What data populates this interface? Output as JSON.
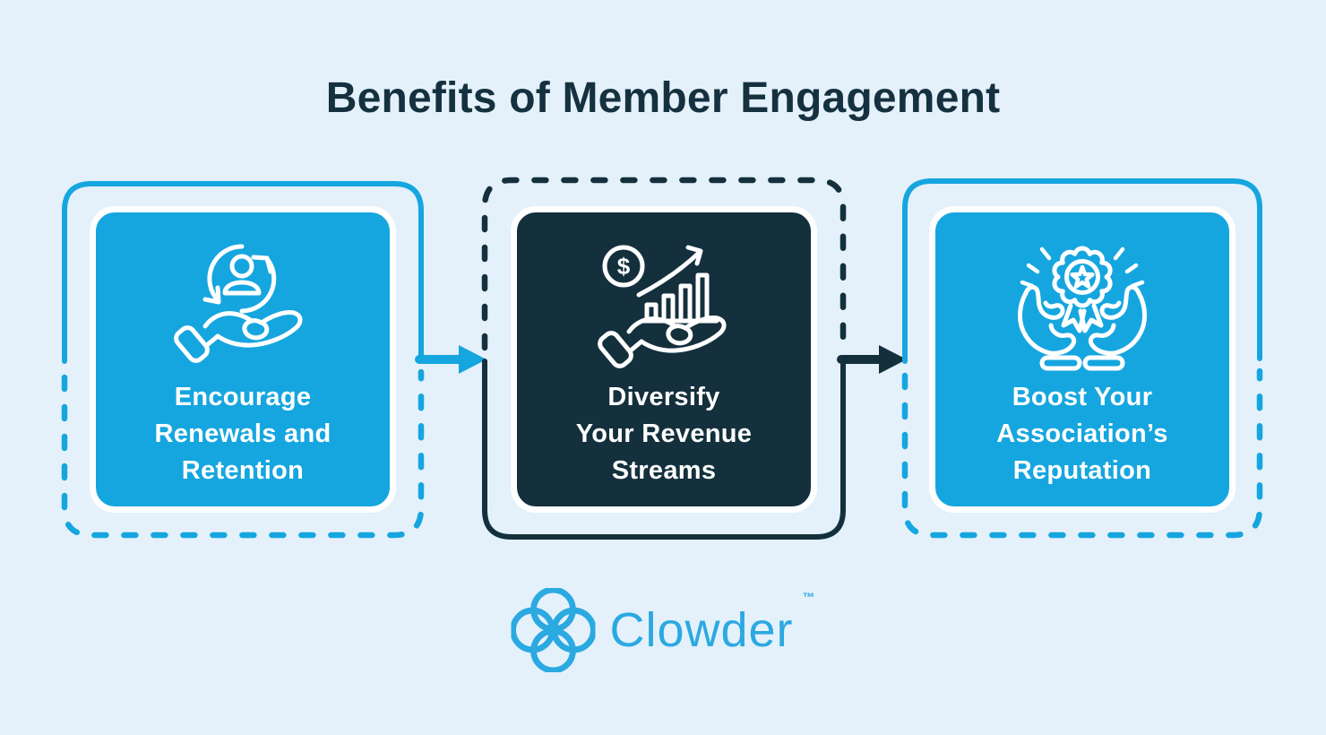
{
  "title": "Benefits of Member Engagement",
  "cards": [
    {
      "id": "encourage-renewals",
      "theme": "light-blue",
      "icon": "member-renewal-icon",
      "lines": [
        "Encourage",
        "Renewals and",
        "Retention"
      ]
    },
    {
      "id": "diversify-revenue",
      "theme": "dark-navy",
      "icon": "revenue-growth-icon",
      "lines": [
        "Diversify",
        "Your Revenue",
        "Streams"
      ]
    },
    {
      "id": "boost-reputation",
      "theme": "light-blue",
      "icon": "award-reputation-icon",
      "lines": [
        "Boost Your",
        "Association’s",
        "Reputation"
      ]
    }
  ],
  "connectors": [
    {
      "direction": "right",
      "between": [
        "encourage-renewals",
        "diversify-revenue"
      ],
      "color": "#16A6DF"
    },
    {
      "direction": "right",
      "between": [
        "diversify-revenue",
        "boost-reputation"
      ],
      "color": "#14303D"
    }
  ],
  "footer": {
    "brand": "Clowder",
    "trademark": "™",
    "logo": "clowder-clover-icon"
  },
  "colors": {
    "background": "#E4F1FA",
    "accent_blue": "#16A6DF",
    "dark_navy": "#14303D",
    "title_navy": "#15313F",
    "card_text": "#FFFFFF",
    "logo_blue": "#2BA9E1"
  }
}
